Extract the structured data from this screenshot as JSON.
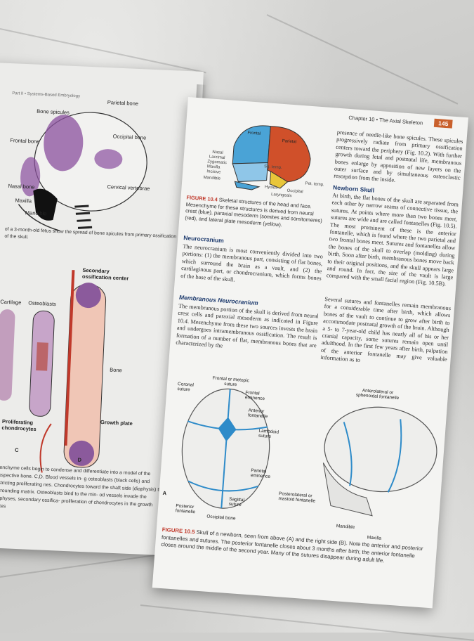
{
  "left_page": {
    "running_head": "Part II • Systems-Based Embryology",
    "fig_top_labels": [
      "Parietal bone",
      "Bone spicules",
      "Occipital bone",
      "Frontal bone",
      "Nasal bone",
      "Cervical vertebrae",
      "Maxilla",
      "Mandible"
    ],
    "fig_top_caption": "of a 3-month-old fetus show the spread of bone spicules from primary ossification of the skull.",
    "fig_bottom_labels": [
      "Secondary ossification center",
      "Cartilage",
      "Osteoblasts",
      "Bone",
      "Proliferating chondrocytes",
      "Growth plate",
      "C",
      "D"
    ],
    "caption": "esenchyme cells begin to condense and differentiate into a model of the prospective bone. C,D. Blood vessels in- g osteoblasts (black cells) and restricting proliferating nes. Chondrocytes toward the shaft side (diaphysis) the surrounding matrix. Osteoblasts bind to the min- od vessels invade the epiphyses, secondary ossifica- proliferation of chondrocytes in the growth plates"
  },
  "right_page": {
    "running_head": "Chapter 10 • The Axial Skeleton",
    "page_number": "145",
    "fig104_labels": [
      "Frontal",
      "Parietal",
      "Nasal",
      "Lacrimal",
      "Zygomatic",
      "Maxilla",
      "Incisive",
      "Mandible",
      "Sq. temp.",
      "Pet. temp.",
      "Occipital",
      "Hyoids",
      "Laryngeals"
    ],
    "fig104_caption_label": "FIGURE 10.4",
    "fig104_caption": "Skeletal structures of the head and face. Mesenchyme for these structures is derived from neural crest (blue), paraxial mesoderm (somites and somitomeres) (red), and lateral plate mesoderm (yellow).",
    "neurocranium_heading": "Neurocranium",
    "neurocranium_text": "The neurocranium is most conveniently divided into two portions: (1) the membranous part, consisting of flat bones, which surround the brain as a vault, and (2) the cartilaginous part, or chondrocranium, which forms bones of the base of the skull.",
    "membranous_heading": "Membranous Neurocranium",
    "membranous_text": "The membranous portion of the skull is derived from neural crest cells and paraxial mesoderm as indicated in Figure 10.4. Mesenchyme from these two sources invests the brain and undergoes intramembranous ossification. The result is formation of a number of flat, membranous bones that are characterized by the",
    "col2_text": "presence of needle-like bone spicules. These spicules progressively radiate from primary ossification centers toward the periphery (Fig. 10.2). With further growth during fetal and postnatal life, membranous bones enlarge by apposition of new layers on the outer surface and by simultaneous osteoclastic resorption from the inside.",
    "newborn_heading": "Newborn Skull",
    "newborn_text": "At birth, the flat bones of the skull are separated from each other by narrow seams of connective tissue, the sutures. At points where more than two bones meet, sutures are wide and are called fontanelles (Fig. 10.5). The most prominent of these is the anterior fontanelle, which is found where the two parietal and two frontal bones meet. Sutures and fontanelles allow the bones of the skull to overlap (molding) during birth. Soon after birth, membranous bones move back to their original positions, and the skull appears large and round. In fact, the size of the vault is large compared with the small facial region (Fig. 10.5B).",
    "newborn_text2": "Several sutures and fontanelles remain membranous for a considerable time after birth, which allows bones of the vault to continue to grow after birth to accommodate postnatal growth of the brain. Although a 5- to 7-year-old child has nearly all of his or her cranial capacity, some sutures remain open until adulthood. In the first few years after birth, palpation of the anterior fontanelle may give valuable information as to",
    "fig105_labels": [
      "Frontal or metopic suture",
      "Coronal suture",
      "Frontal eminence",
      "Anterior fontanelle",
      "Lambdoid suture",
      "Parietal eminence",
      "Sagittal suture",
      "Posterior fontanelle",
      "Occipital bone",
      "A",
      "Anterolateral or sphenoidal fontanelle",
      "Posterolateral or mastoid fontanelle",
      "Mandible",
      "Maxilla"
    ],
    "fig105_caption_label": "FIGURE 10.5",
    "fig105_caption": "Skull of a newborn, seen from above (A) and the right side (B). Note the anterior and posterior fontanelles and sutures. The posterior fontanelle closes about 3 months after birth; the anterior fontanelle closes around the middle of the second year. Many of the sutures disappear during adult life."
  },
  "colors": {
    "accent": "#c9602c",
    "neural_crest": "#4aa3d6",
    "paraxial": "#d0502a",
    "lateral": "#e8c63a",
    "suture_blue": "#2e8bc9"
  }
}
